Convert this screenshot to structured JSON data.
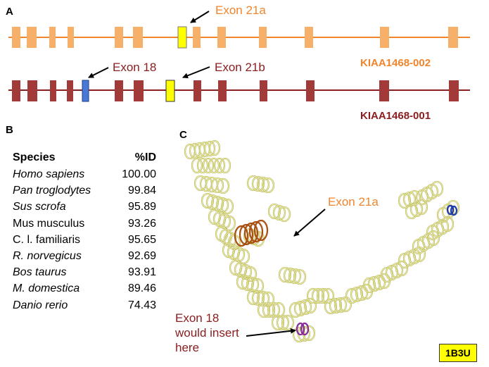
{
  "panels": {
    "a": "A",
    "b": "B",
    "c": "C"
  },
  "colors": {
    "isoform1_line": "#f0852d",
    "isoform1_exon": "#f7b06a",
    "isoform2_line": "#8b1f20",
    "isoform2_exon": "#a23a3a",
    "exon_21": "#ffff00",
    "exon_18": "#4a78d6",
    "exon_21a_highlight": "#c05a10",
    "protein_helix": "#ecec9a",
    "exon18_highlight": "#9b2fb0"
  },
  "gene_structure": {
    "isoform_a": {
      "name": "KIAA1468-002",
      "exon_labels": {
        "exon21a": "Exon 21a"
      }
    },
    "isoform_b": {
      "name": "KIAA1468-001",
      "exon_labels": {
        "exon18": "Exon 18",
        "exon21b": "Exon 21b"
      }
    }
  },
  "species_table": {
    "headers": {
      "species": "Species",
      "pid": "%ID"
    },
    "rows": [
      {
        "species": "Homo sapiens",
        "pid": "100.00",
        "italic": true
      },
      {
        "species": "Pan troglodytes",
        "pid": "99.84",
        "italic": true
      },
      {
        "species": "Sus scrofa",
        "pid": "95.89",
        "italic": true
      },
      {
        "species": "Mus musculus",
        "pid": "93.26",
        "italic": false
      },
      {
        "species": "C. l. familiaris",
        "pid": "95.65",
        "italic": false
      },
      {
        "species": "R. norvegicus",
        "pid": "92.69",
        "italic": true
      },
      {
        "species": "Bos taurus",
        "pid": "93.91",
        "italic": true
      },
      {
        "species": "M. domestica",
        "pid": "89.46",
        "italic": true
      },
      {
        "species": "Danio rerio",
        "pid": "74.43",
        "italic": true
      }
    ]
  },
  "structure": {
    "label_exon21a": "Exon 21a",
    "label_exon18": [
      "Exon 18",
      "would insert",
      "here"
    ],
    "pdb_id": "1B3U"
  }
}
